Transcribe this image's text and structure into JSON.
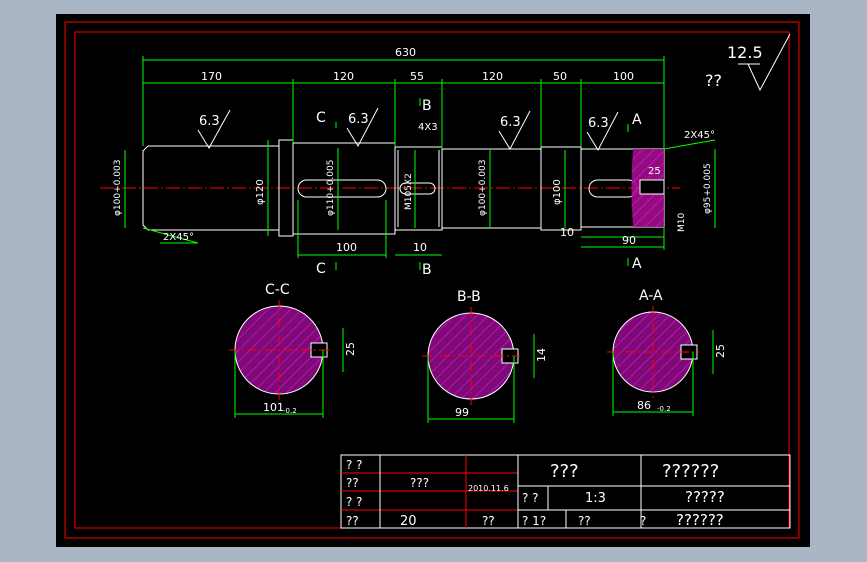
{
  "colors": {
    "background": "#000000",
    "frame": "#ff0000",
    "outline": "#ffffff",
    "dimension": "#00ff00",
    "text": "#ffffff",
    "centerline": "#ff0000",
    "hatch": "#ff00ff",
    "chrome": "#aab6c4"
  },
  "drawing": {
    "roughness": {
      "value": "12.5",
      "label": "??"
    },
    "overall_length": "630",
    "segment_lengths": [
      "170",
      "120",
      "55",
      "120",
      "50",
      "100"
    ],
    "surface_finish_marks": [
      "6.3",
      "6.3",
      "6.3",
      "6.3"
    ],
    "section_marks": [
      "C",
      "B",
      "C",
      "B",
      "A",
      "A"
    ],
    "key_size": "4X3",
    "chamfer_left": "2X45°",
    "chamfer_right": "2X45°",
    "diameters": [
      "φ100+0.003",
      "φ120",
      "φ110+0.005",
      "M105X2",
      "φ100+0.003",
      "φ100",
      "φ95+0.005"
    ],
    "bottom_dims": [
      "100",
      "10",
      "10",
      "90",
      "M10"
    ],
    "keyway_width": "25",
    "sections": [
      {
        "title": "C-C",
        "width": "101",
        "width_tol": "-0.2",
        "key": "25"
      },
      {
        "title": "B-B",
        "width": "99",
        "key": "14"
      },
      {
        "title": "A-A",
        "width": "86",
        "width_tol": "-0.2",
        "key": "25"
      }
    ]
  },
  "title_block": {
    "r1": [
      "? ?",
      "",
      "",
      "",
      "???",
      "??????"
    ],
    "r2": [
      "??",
      "???",
      "2010.11.6",
      "? ?",
      "1:3",
      "?????"
    ],
    "r3": [
      "? ?",
      "",
      "",
      "",
      "",
      ""
    ],
    "r4": [
      "??",
      "20",
      "??",
      "? 1?",
      "??",
      "?",
      "??????"
    ]
  }
}
